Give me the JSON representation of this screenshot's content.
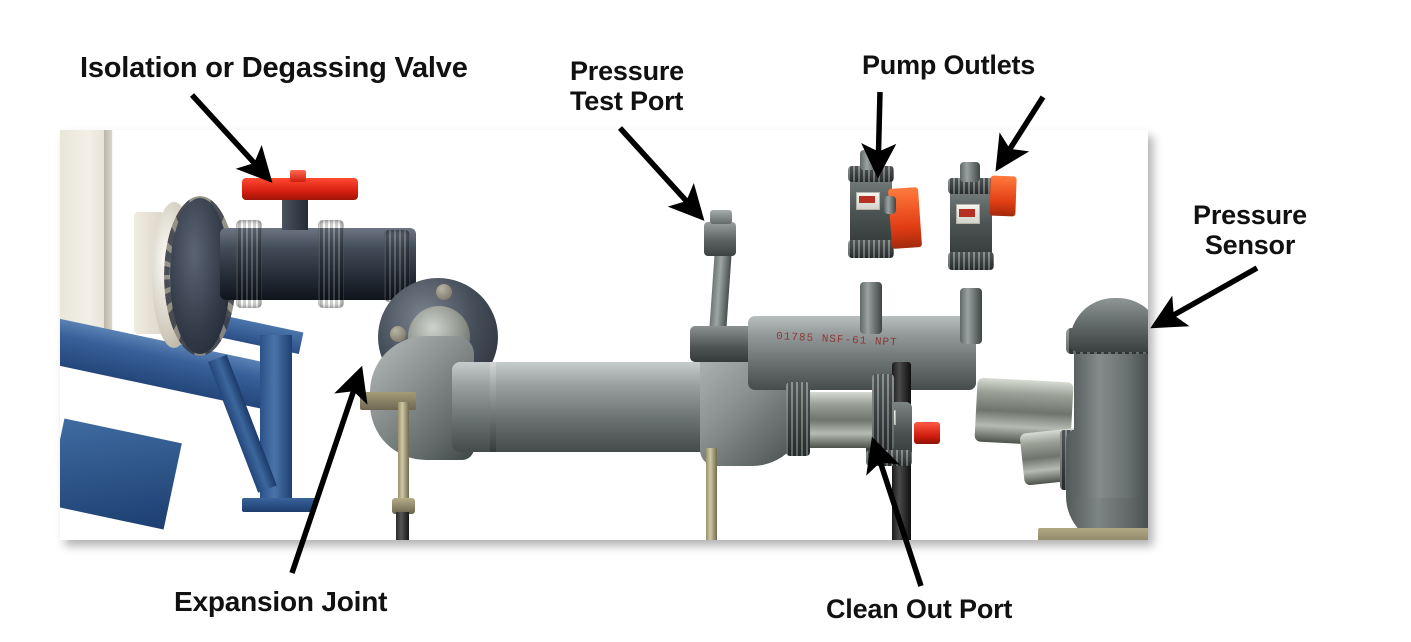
{
  "figure": {
    "kind": "annotated-photograph",
    "subject": "PVC pump discharge manifold piping",
    "background_color": "#ffffff",
    "label_color": "#111111"
  },
  "labels": [
    {
      "id": "isolation-valve",
      "text": "Isolation or Degassing Valve",
      "lines": [
        "Isolation or Degassing Valve"
      ]
    },
    {
      "id": "pressure-test-port",
      "text": "Pressure Test Port",
      "lines": [
        "Pressure",
        "Test Port"
      ]
    },
    {
      "id": "pump-outlets",
      "text": "Pump Outlets",
      "lines": [
        "Pump Outlets"
      ]
    },
    {
      "id": "pressure-sensor",
      "text": "Pressure Sensor",
      "lines": [
        "Pressure",
        "Sensor"
      ]
    },
    {
      "id": "expansion-joint",
      "text": "Expansion Joint",
      "lines": [
        "Expansion Joint"
      ]
    },
    {
      "id": "clean-out-port",
      "text": "Clean Out Port",
      "lines": [
        "Clean Out Port"
      ]
    }
  ],
  "label_text": {
    "isolation_valve": "Isolation or Degassing Valve",
    "pressure_line1": "Pressure",
    "pressure_line2": "Test Port",
    "pump_outlets": "Pump Outlets",
    "sensor_line1": "Pressure",
    "sensor_line2": "Sensor",
    "expansion_joint": "Expansion Joint",
    "clean_out_port": "Clean Out Port"
  },
  "pipe_marking": {
    "printed_text": "01785 NSF-61 NPT",
    "ink_color": "#8e2a28"
  },
  "callouts": [
    {
      "from": "isolation-valve",
      "arrow": "diagonal-down-right",
      "points_to": "red ball valve handle"
    },
    {
      "from": "pressure-test-port",
      "arrow": "diagonal-down-right",
      "points_to": "vertical test port stem"
    },
    {
      "from": "pump-outlets",
      "arrow": "down",
      "points_to": "left pump outlet valve"
    },
    {
      "from": "pump-outlets",
      "arrow": "diagonal-down-left",
      "points_to": "right pump outlet valve"
    },
    {
      "from": "pressure-sensor",
      "arrow": "diagonal-down-left",
      "points_to": "sensor canister"
    },
    {
      "from": "expansion-joint",
      "arrow": "diagonal-up-right",
      "points_to": "flanged expansion joint"
    },
    {
      "from": "clean-out-port",
      "arrow": "diagonal-up-right",
      "points_to": "clean out riser"
    }
  ],
  "palette": {
    "valve_handle_red": "#d71f10",
    "valve_handle_orange": "#e23d14",
    "pvc_grey": "#8d9393",
    "pipe_dark": "#2a323d",
    "steel_blue": "#2a4e86",
    "stainless": "#9aa096",
    "wall_cream": "#ecе8dd"
  }
}
